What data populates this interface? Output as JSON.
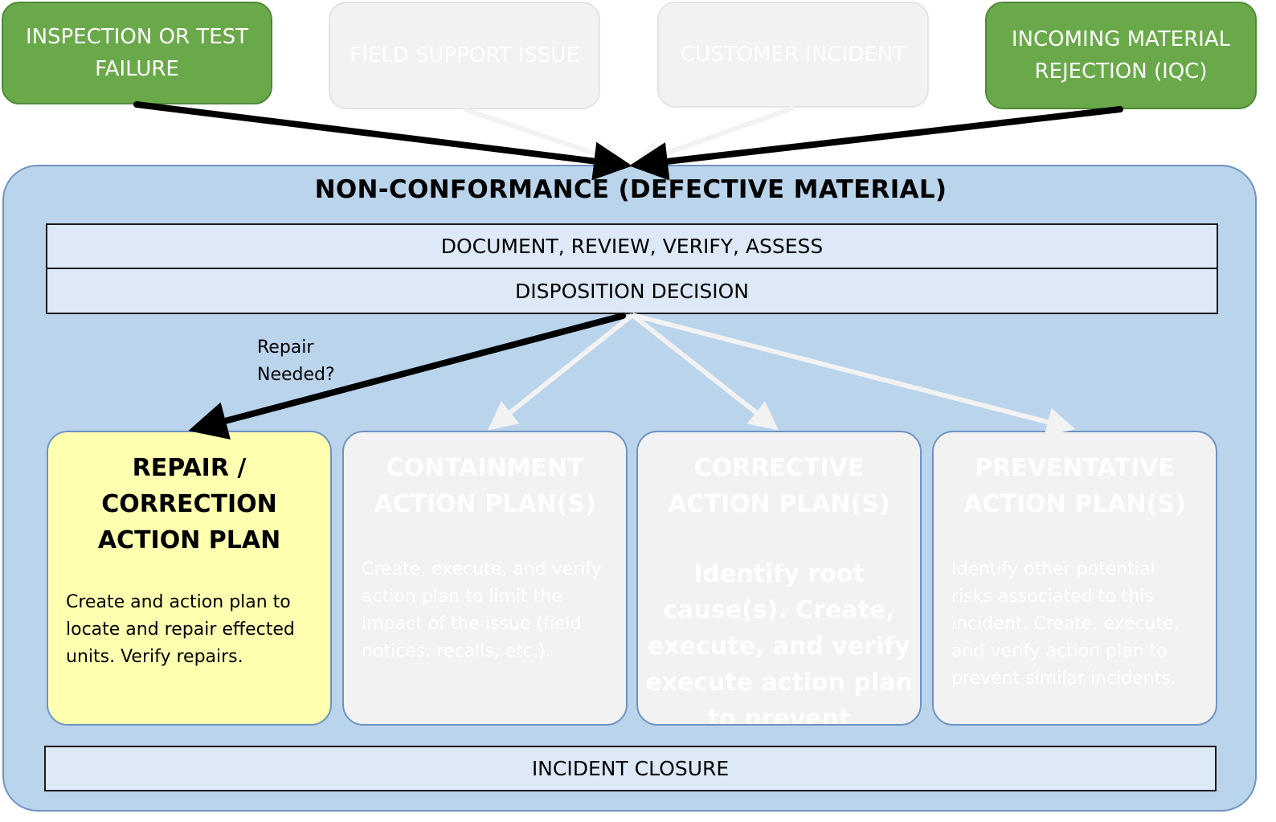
{
  "sources": [
    {
      "lines": [
        "INSPECTION OR TEST",
        "FAILURE"
      ],
      "state": "active"
    },
    {
      "lines": [
        "FIELD SUPPORT ISSUE"
      ],
      "state": "faded"
    },
    {
      "lines": [
        "CUSTOMER INCIDENT"
      ],
      "state": "faded"
    },
    {
      "lines": [
        "INCOMING MATERIAL",
        "REJECTION (IQC)"
      ],
      "state": "active"
    }
  ],
  "main": {
    "title": "NON-CONFORMANCE (DEFECTIVE MATERIAL)",
    "step1": "DOCUMENT, REVIEW, VERIFY, ASSESS",
    "step2": "DISPOSITION DECISION",
    "repair_question": [
      "Repair",
      "Needed?"
    ],
    "closure": "INCIDENT CLOSURE"
  },
  "plans": [
    {
      "title": [
        "REPAIR /",
        "CORRECTION",
        "ACTION PLAN"
      ],
      "body": [
        "Create and action plan to",
        "locate and repair effected",
        "units.  Verify repairs."
      ],
      "state": "active"
    },
    {
      "title": [
        "CONTAINMENT",
        "ACTION PLAN(S)"
      ],
      "body": [
        "Create, execute, and verify",
        "action plan to limit the",
        "impact of the issue (field",
        "notices, recalls, etc.)."
      ],
      "state": "faded"
    },
    {
      "title": [
        "CORRECTIVE",
        "ACTION PLAN(S)"
      ],
      "body": [
        "Identify root",
        "cause(s).  Create,",
        "execute, and verify",
        "execute action plan",
        "to prevent"
      ],
      "state": "faded"
    },
    {
      "title": [
        "PREVENTATIVE",
        "ACTION PLAN(S)"
      ],
      "body": [
        "Identify other potential",
        "risks associated to this",
        "incident.  Create, execute,",
        "and verify action plan to",
        "prevent similar incidents."
      ],
      "state": "faded"
    }
  ],
  "colors": {
    "active_source": "#6aa94a",
    "faded_box": "#f2f2f2",
    "container": "#bad4ec",
    "band": "#dde9f6",
    "repair_card": "#ffffb0",
    "active_arrow": "#000000",
    "faded_arrow": "#f2f2f2"
  }
}
